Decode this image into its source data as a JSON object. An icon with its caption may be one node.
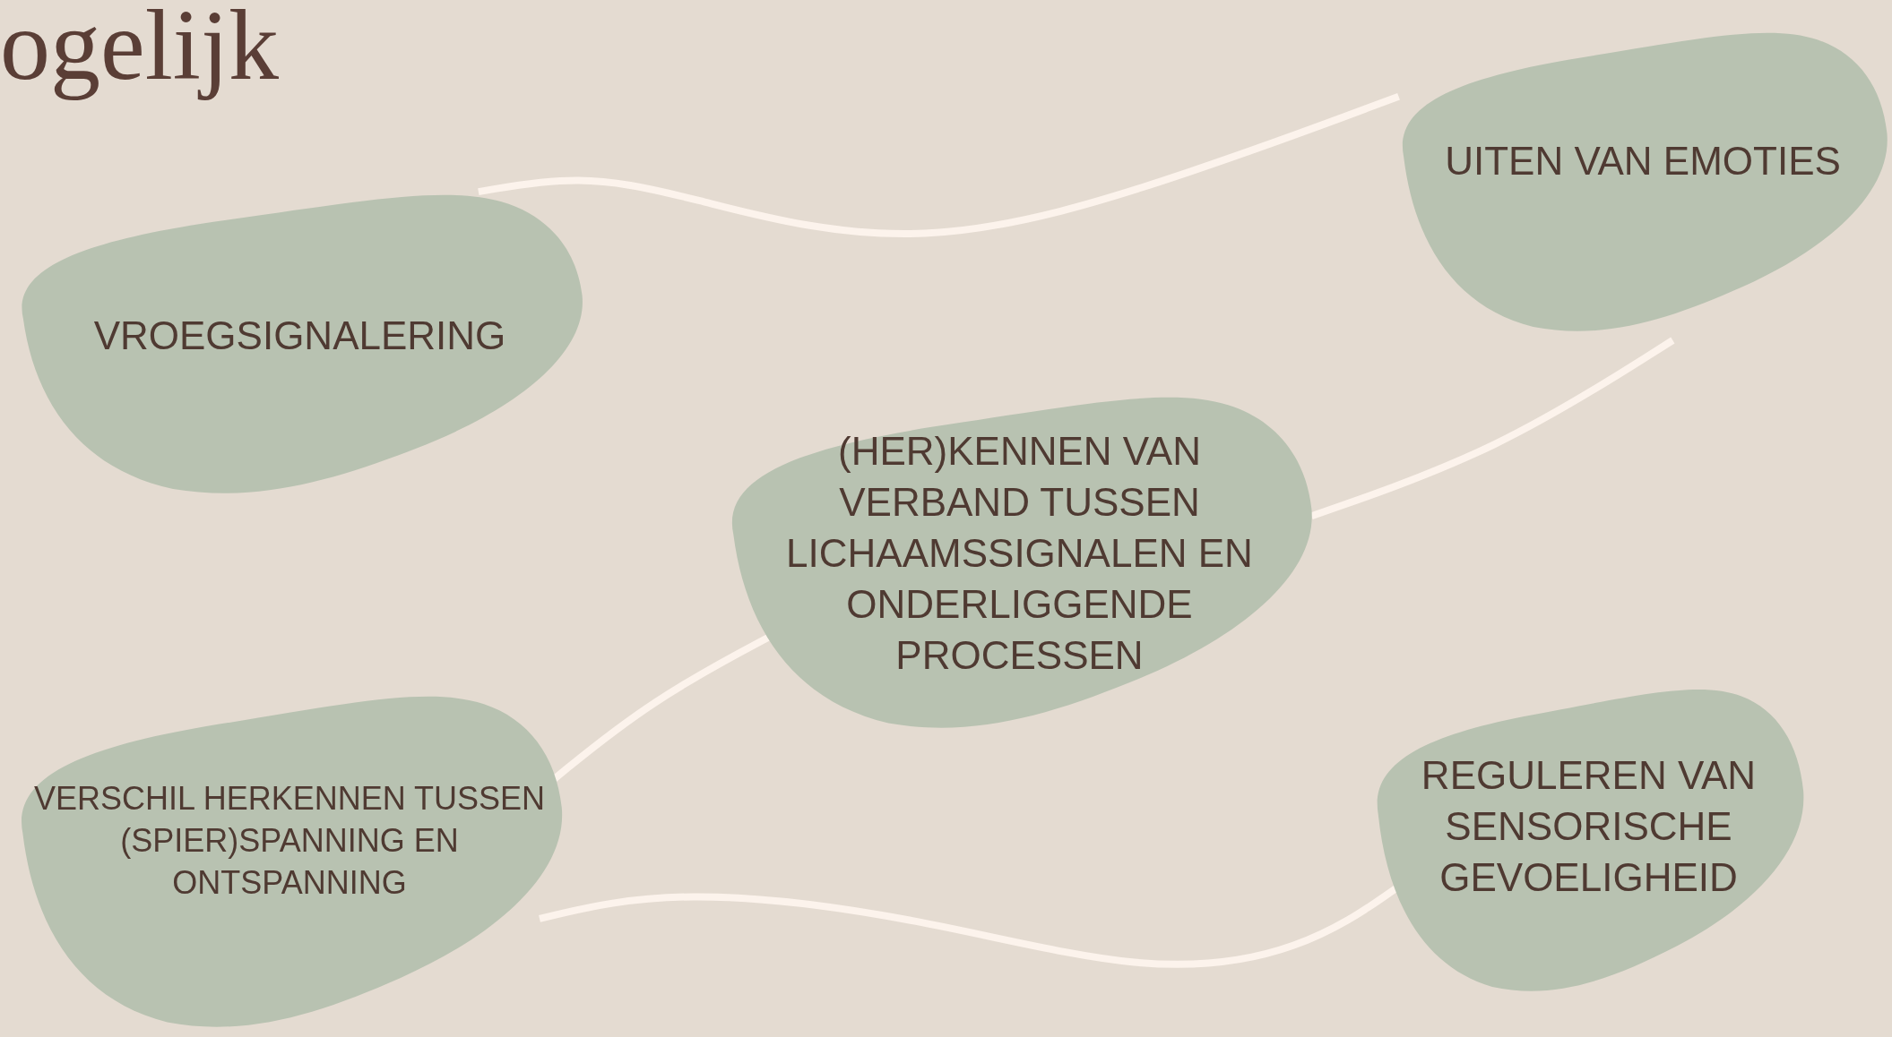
{
  "diagram": {
    "title": "ogelijk",
    "nodes": [
      {
        "text": [
          "VROEGSIGNALERING"
        ]
      },
      {
        "text": [
          "UITEN VAN EMOTIES"
        ]
      },
      {
        "text": [
          "(HER)KENNEN VAN VERBAND TUSSEN LICHAAMSSIGNALEN EN ONDERLIGGENDE PROCESSEN"
        ]
      },
      {
        "text": [
          "VERSCHIL HERKENNEN TUSSEN (SPIER)SPANNING EN ONTSPANNING"
        ]
      },
      {
        "text": [
          "REGULEREN VAN SENSORISCHE GEVOELIGHEID"
        ]
      }
    ],
    "edges": [
      {
        "from": 0,
        "to": 1,
        "arrow": "none"
      },
      {
        "from": 1,
        "to": 2,
        "arrow": "none"
      },
      {
        "from": 3,
        "to": 2,
        "arrow": "none"
      },
      {
        "from": 3,
        "to": 4,
        "arrow": "none"
      }
    ]
  }
}
